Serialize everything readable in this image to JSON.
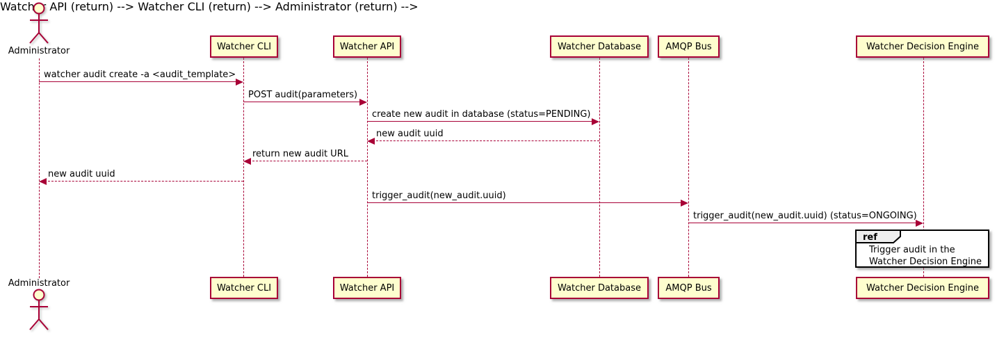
{
  "diagram": {
    "type": "sequence-diagram",
    "colors": {
      "line_and_border": "#A80036",
      "participant_fill": "#FEFECE",
      "text": "#000000",
      "ref_border": "#000000",
      "ref_header_fill": "#EEEEEE",
      "background": "#FFFFFF"
    },
    "actor": {
      "name": "Administrator"
    },
    "participants": [
      {
        "name": "Watcher CLI"
      },
      {
        "name": "Watcher API"
      },
      {
        "name": "Watcher Database"
      },
      {
        "name": "AMQP Bus"
      },
      {
        "name": "Watcher Decision Engine"
      }
    ],
    "messages": [
      {
        "label": "watcher audit create -a <audit_template>",
        "from": "Administrator",
        "to": "Watcher CLI",
        "style": "solid"
      },
      {
        "label": "POST audit(parameters)",
        "from": "Watcher CLI",
        "to": "Watcher API",
        "style": "solid"
      },
      {
        "label": "create new audit in database (status=PENDING)",
        "from": "Watcher API",
        "to": "Watcher Database",
        "style": "solid"
      },
      {
        "label": "new audit uuid",
        "from": "Watcher Database",
        "to": "Watcher API",
        "style": "dashed"
      },
      {
        "label": "return new audit URL",
        "from": "Watcher API",
        "to": "Watcher CLI",
        "style": "dashed"
      },
      {
        "label": "new audit uuid",
        "from": "Watcher CLI",
        "to": "Administrator",
        "style": "dashed"
      },
      {
        "label": "trigger_audit(new_audit.uuid)",
        "from": "Watcher API",
        "to": "AMQP Bus",
        "style": "solid"
      },
      {
        "label": "trigger_audit(new_audit.uuid) (status=ONGOING)",
        "from": "AMQP Bus",
        "to": "Watcher Decision Engine",
        "style": "solid"
      }
    ],
    "ref": {
      "keyword": "ref",
      "lines": [
        "Trigger audit in the",
        "Watcher Decision Engine"
      ],
      "over": "Watcher Decision Engine"
    }
  }
}
